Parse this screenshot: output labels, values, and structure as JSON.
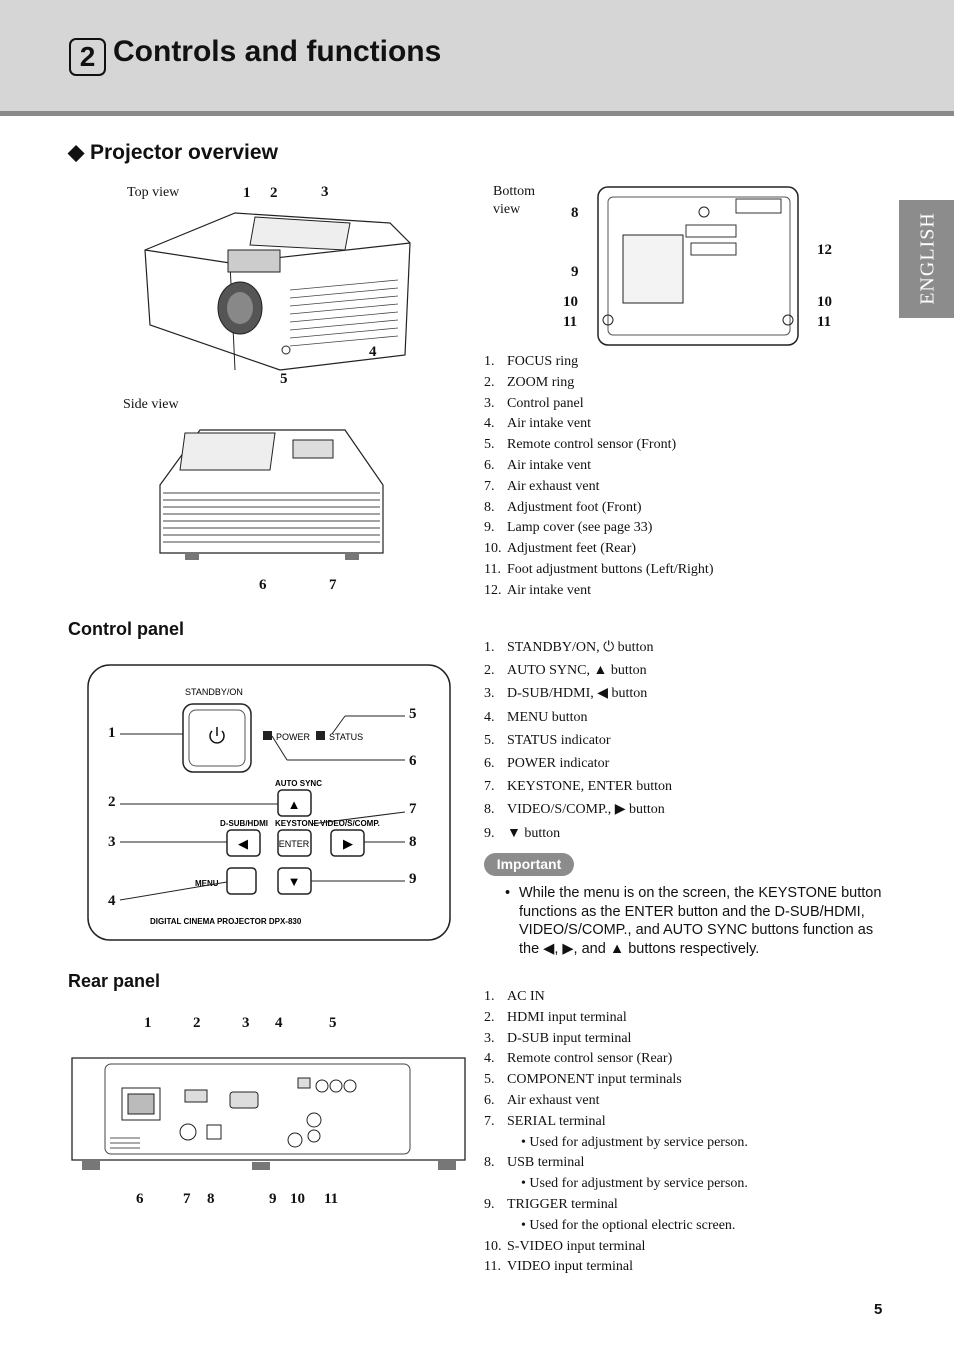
{
  "header": {
    "chapter_number": "2",
    "title": "Controls and functions"
  },
  "side_tab": "ENGLISH",
  "overview": {
    "heading": "◆ Projector overview",
    "captions": {
      "top_view": "Top view",
      "side_view": "Side view",
      "bottom_view_1": "Bottom",
      "bottom_view_2": "view"
    },
    "items": [
      {
        "n": "1.",
        "text": "FOCUS ring"
      },
      {
        "n": "2.",
        "text": "ZOOM ring"
      },
      {
        "n": "3.",
        "text": "Control panel"
      },
      {
        "n": "4.",
        "text": "Air intake vent"
      },
      {
        "n": "5.",
        "text": "Remote control sensor (Front)"
      },
      {
        "n": "6.",
        "text": "Air intake vent"
      },
      {
        "n": "7.",
        "text": "Air exhaust vent"
      },
      {
        "n": "8.",
        "text": "Adjustment foot (Front)"
      },
      {
        "n": "9.",
        "text": "Lamp cover (see page 33)"
      },
      {
        "n": "10.",
        "text": "Adjustment feet (Rear)"
      },
      {
        "n": "11.",
        "text": "Foot adjustment buttons (Left/Right)"
      },
      {
        "n": "12.",
        "text": "Air intake vent"
      }
    ]
  },
  "control_panel": {
    "heading": "Control panel",
    "labels": {
      "standby": "STANDBY/ON",
      "power": "POWER",
      "status": "STATUS",
      "auto_sync": "AUTO SYNC",
      "dsub": "D-SUB/HDMI",
      "keystone": "KEYSTONE",
      "video": "VIDEO/S/COMP.",
      "enter": "ENTER",
      "menu": "MENU",
      "model": "DIGITAL CINEMA PROJECTOR DPX-830"
    },
    "items": [
      {
        "n": "1.",
        "text": "STANDBY/ON, ⏻ button"
      },
      {
        "n": "2.",
        "text": "AUTO SYNC, ▲ button"
      },
      {
        "n": "3.",
        "text": "D-SUB/HDMI, ◀ button"
      },
      {
        "n": "4.",
        "text": "MENU button"
      },
      {
        "n": "5.",
        "text": "STATUS indicator"
      },
      {
        "n": "6.",
        "text": "POWER indicator"
      },
      {
        "n": "7.",
        "text": "KEYSTONE, ENTER button"
      },
      {
        "n": "8.",
        "text": "VIDEO/S/COMP., ▶ button"
      },
      {
        "n": "9.",
        "text": "▼ button"
      }
    ]
  },
  "important": {
    "badge": "Important",
    "text": "While the menu is on the screen, the KEYSTONE button functions as the ENTER button and the D-SUB/HDMI, VIDEO/S/COMP., and AUTO SYNC buttons function as the ◀, ▶, and ▲ buttons respectively."
  },
  "rear_panel": {
    "heading": "Rear panel",
    "items": [
      {
        "n": "1.",
        "text": "AC IN"
      },
      {
        "n": "2.",
        "text": "HDMI input terminal"
      },
      {
        "n": "3.",
        "text": "D-SUB input terminal"
      },
      {
        "n": "4.",
        "text": "Remote control sensor (Rear)"
      },
      {
        "n": "5.",
        "text": "COMPONENT input terminals"
      },
      {
        "n": "6.",
        "text": "Air exhaust vent"
      },
      {
        "n": "7.",
        "text": "SERIAL terminal",
        "sub": "Used for adjustment by service person."
      },
      {
        "n": "8.",
        "text": "USB terminal",
        "sub": "Used for adjustment by service person."
      },
      {
        "n": "9.",
        "text": "TRIGGER terminal",
        "sub": "Used for the optional electric screen."
      },
      {
        "n": "10.",
        "text": "S-VIDEO input terminal"
      },
      {
        "n": "11.",
        "text": "VIDEO input terminal"
      }
    ]
  },
  "page_number": "5"
}
